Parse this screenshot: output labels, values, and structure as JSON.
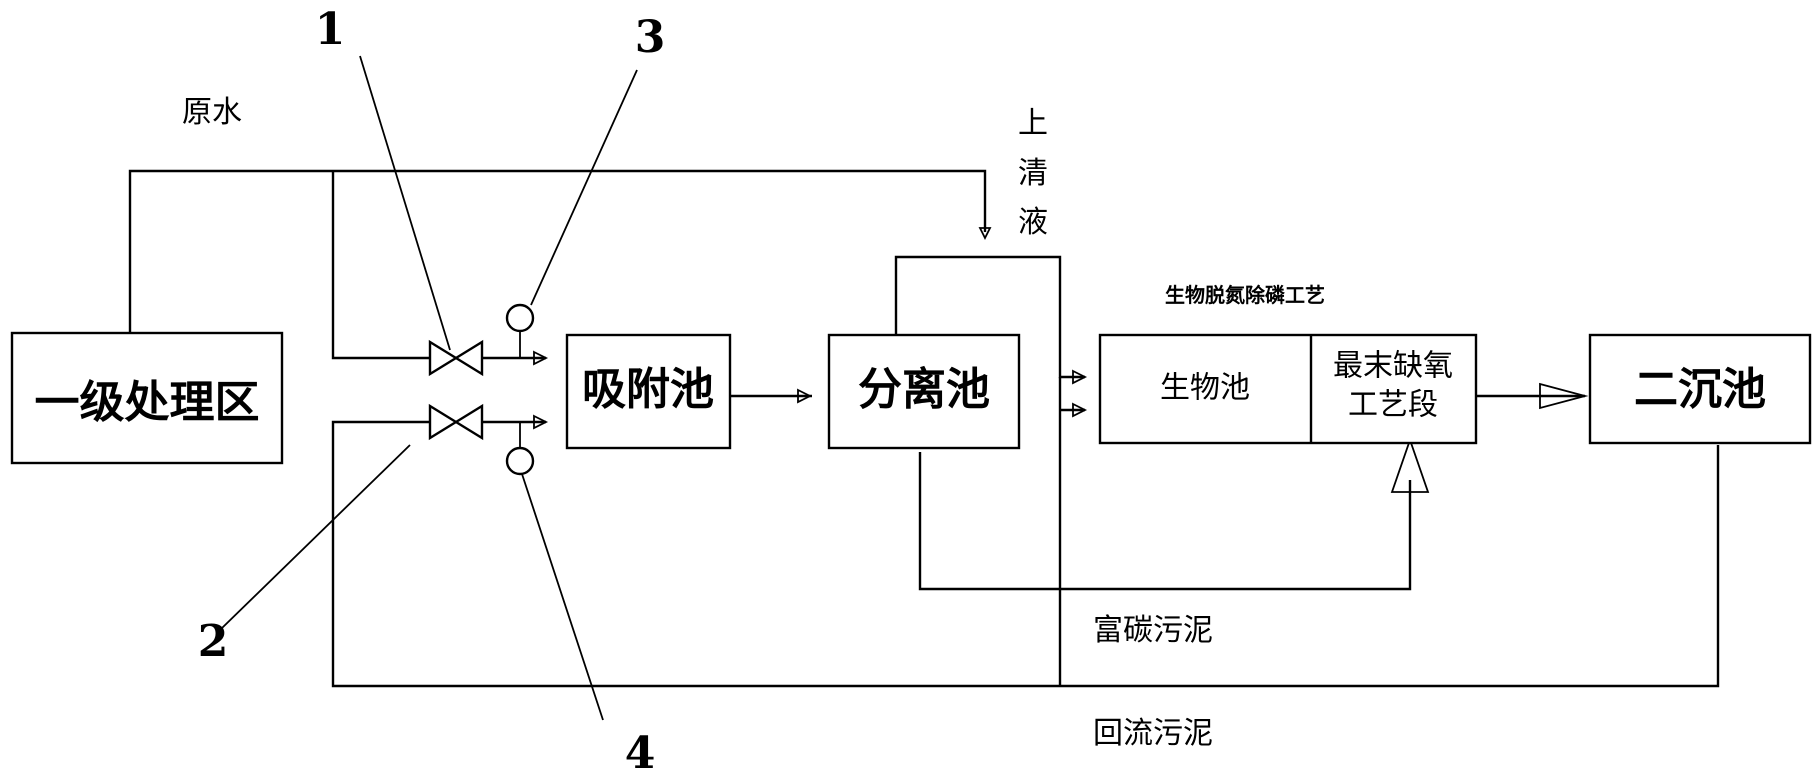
{
  "nodes": {
    "primary": "一级处理区",
    "adsorption": "吸附池",
    "separation": "分离池",
    "bio_pool": "生物池",
    "final_anoxic_line1": "最末缺氧",
    "final_anoxic_line2": "工艺段",
    "secondary_clarifier": "二沉池"
  },
  "labels": {
    "raw_water": "原水",
    "supernatant_1": "上",
    "supernatant_2": "清",
    "supernatant_3": "液",
    "process_title": "生物脱氮除磷工艺",
    "carbon_rich_sludge": "富碳污泥",
    "return_sludge": "回流污泥"
  },
  "callouts": [
    "1",
    "2",
    "3",
    "4"
  ]
}
